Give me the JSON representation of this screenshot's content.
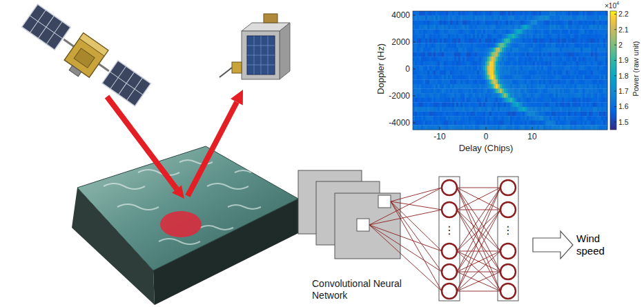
{
  "diagram": {
    "labels": [
      "4000",
      "2000",
      "0",
      "-2000",
      "-4000",
      "Doppler (Hz)",
      "-10",
      "0",
      "10",
      "Delay (Chips)",
      "×10",
      "4",
      "2.2",
      "2.1",
      "2",
      "1.9",
      "1.8",
      "1.7",
      "1.6",
      "1.5",
      "Power (raw unit)",
      "⋮",
      "⋮",
      "Wind speed",
      "Convolutional Neural Network"
    ]
  }
}
